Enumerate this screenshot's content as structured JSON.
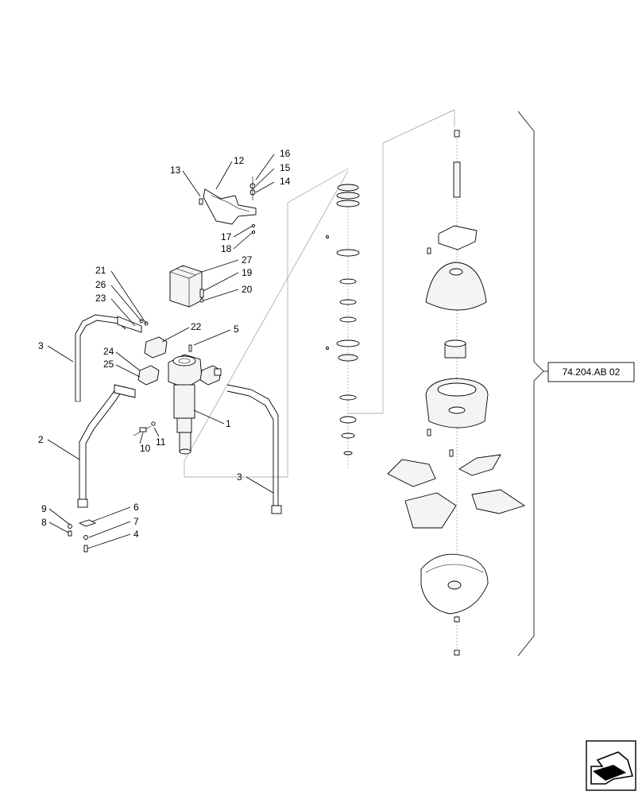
{
  "labels": {
    "l1": "1",
    "l2": "2",
    "l3a": "3",
    "l3b": "3",
    "l4": "4",
    "l5": "5",
    "l6": "6",
    "l7": "7",
    "l8": "8",
    "l9": "9",
    "l10": "10",
    "l11": "11",
    "l12": "12",
    "l13": "13",
    "l14": "14",
    "l15": "15",
    "l16": "16",
    "l17": "17",
    "l18": "18",
    "l19": "19",
    "l20": "20",
    "l21": "21",
    "l22": "22",
    "l23": "23",
    "l24": "24",
    "l25": "25",
    "l26": "26",
    "l27": "27"
  },
  "reference": "74.204.AB 02",
  "nav_icon": "arrow-icon"
}
